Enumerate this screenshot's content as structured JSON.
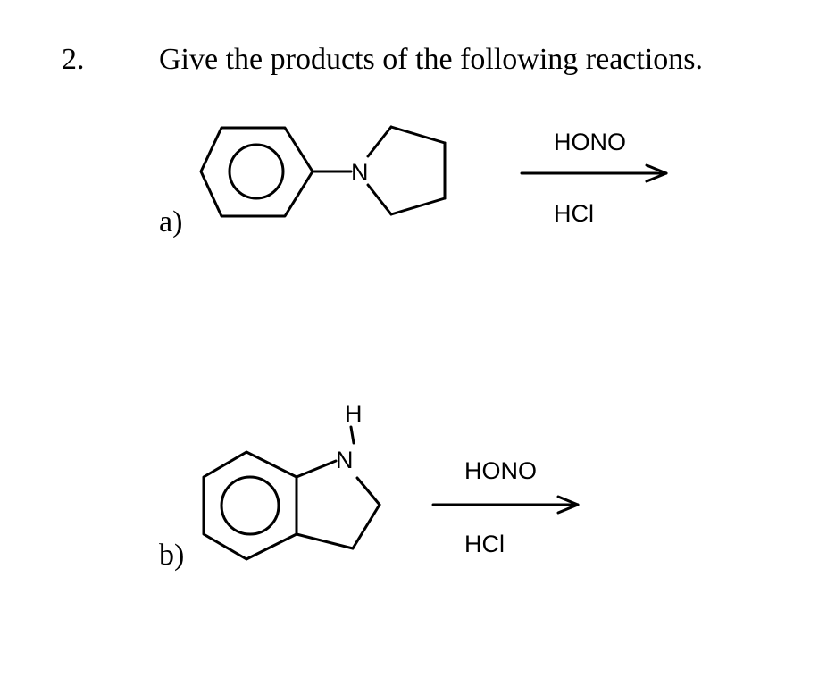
{
  "question": {
    "number": "2.",
    "prompt": "Give the products of the following reactions."
  },
  "reactions": [
    {
      "label": "a)",
      "reactant_atoms": {
        "n": "N"
      },
      "reagent_above": "HONO",
      "reagent_below": "HCl"
    },
    {
      "label": "b)",
      "reactant_atoms": {
        "n": "N",
        "h": "H"
      },
      "reagent_above": "HONO",
      "reagent_below": "HCl"
    }
  ]
}
